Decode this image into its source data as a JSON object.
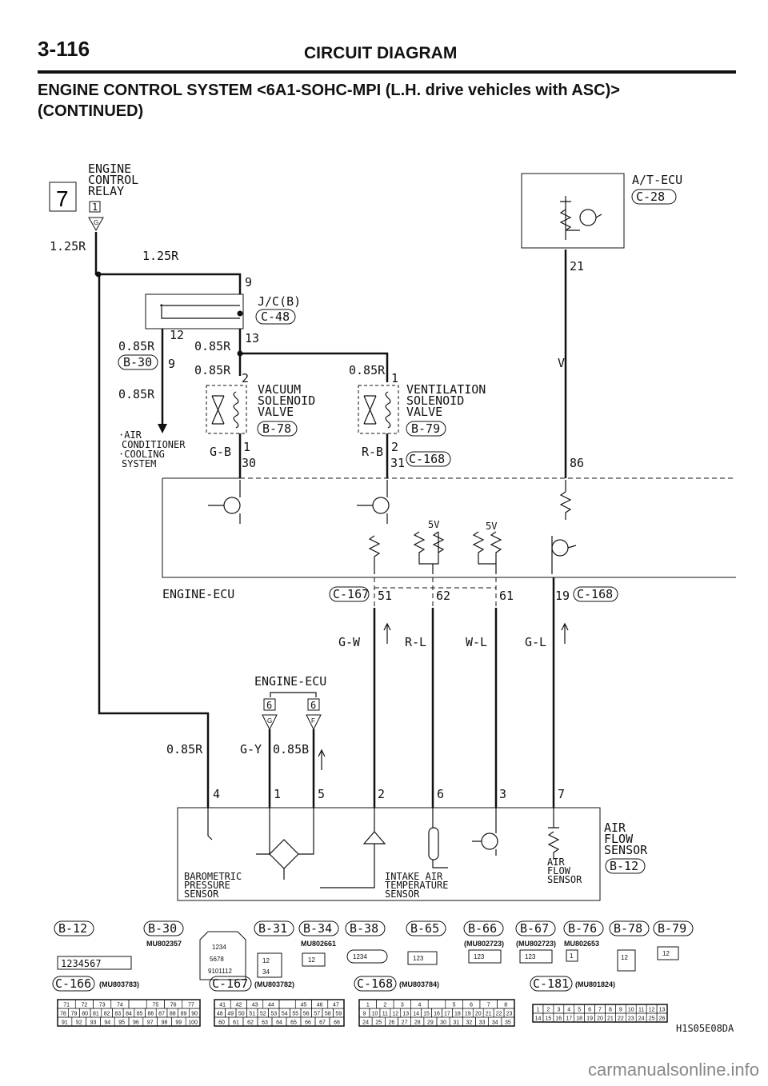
{
  "header": {
    "page_number": "3-116",
    "title": "CIRCUIT DIAGRAM",
    "subtitle_line1": "ENGINE CONTROL SYSTEM <6A1-SOHC-MPI (L.H. drive vehicles with ASC)>",
    "subtitle_line2": "(CONTINUED)"
  },
  "labels": {
    "relay_number": "7",
    "relay_name": [
      "ENGINE",
      "CONTROL",
      "RELAY"
    ],
    "relay_pin": "1",
    "relay_conn_letter": "G",
    "w_125r_a": "1.25R",
    "w_125r_b": "1.25R",
    "jc_pin_top": "9",
    "jc_name": "J/C(B)",
    "jc_conn": "C-48",
    "jc_pin12": "12",
    "jc_pin13": "13",
    "w_085r_a": "0.85R",
    "w_085r_b": "0.85R",
    "conn_b30": "B-30",
    "b30_pin": "9",
    "w_085r_c": "0.85R",
    "w_085r_d": "0.85R",
    "w_085r_e": "0.85R",
    "vac_pin2": "2",
    "vent_pin1": "1",
    "vacuum_name": [
      "VACUUM",
      "SOLENOID",
      "VALVE"
    ],
    "vacuum_conn": "B-78",
    "vent_name": [
      "VENTILATION",
      "SOLENOID",
      "VALVE"
    ],
    "vent_conn": "B-79",
    "aircon_note": [
      "·AIR",
      "CONDITIONER",
      "·COOLING",
      "SYSTEM"
    ],
    "vac_pin1": "1",
    "w_gb": "G-B",
    "pin30": "30",
    "vent_pin2": "2",
    "w_rb": "R-B",
    "pin31": "31",
    "conn_c168_a": "C-168",
    "atecu_name": "A/T-ECU",
    "atecu_conn": "C-28",
    "pin21": "21",
    "w_v": "V",
    "pin86": "86",
    "ecu_name": "ENGINE-ECU",
    "v5_a": "5V",
    "v5_b": "5V",
    "conn_c167": "C-167",
    "pin51": "51",
    "pin62": "62",
    "pin61": "61",
    "pin19": "19",
    "conn_c168_b": "C-168",
    "w_gw": "G-W",
    "w_rl": "R-L",
    "w_wl": "W-L",
    "w_gl": "G-L",
    "ecu_name2": "ENGINE-ECU",
    "ecu2_pin_a": "6",
    "ecu2_pin_b": "6",
    "ecu2_letter_g": "G",
    "ecu2_letter_f": "F",
    "w_085r_f": "0.85R",
    "w_gy": "G-Y",
    "w_085b": "0.85B",
    "sp4": "4",
    "sp1": "1",
    "sp5": "5",
    "sp2": "2",
    "sp6": "6",
    "sp3": "3",
    "sp7": "7",
    "afs_name": [
      "AIR",
      "FLOW",
      "SENSOR"
    ],
    "afs_conn": "B-12",
    "baro_name": [
      "BAROMETRIC",
      "PRESSURE",
      "SENSOR"
    ],
    "iat_name": [
      "INTAKE AIR",
      "TEMPERATURE",
      "SENSOR"
    ],
    "afs_inner": [
      "AIR",
      "FLOW",
      "SENSOR"
    ]
  },
  "connectors": {
    "row1": [
      "B-12",
      "B-30",
      "B-31",
      "B-34",
      "B-38",
      "B-65",
      "B-66",
      "B-67",
      "B-76",
      "B-78",
      "B-79"
    ],
    "b30_part": "MU802357",
    "b34_part": "MU802661",
    "b66_part": "(MU802723)",
    "b67_part": "(MU802723)",
    "b76_part": "MU802653",
    "b12_pins": "1234567",
    "b31_pins": "12",
    "b31_pins2": "34",
    "b34_pins": "12",
    "b38_pins": "1234",
    "b65_pins": "123",
    "b66_pins": "123",
    "b67_pins": "123",
    "b76_pins": "1",
    "b78_pins": "12",
    "b79_pins": "12",
    "b30_pins_r1": "1234",
    "b30_pins_r2": "5678",
    "b30_pins_r3": "9101112",
    "row2": [
      "C-166",
      "C-167",
      "C-168",
      "C-181"
    ],
    "c166_part": "(MU803783)",
    "c167_part": "(MU803782)",
    "c168_part": "(MU803784)",
    "c181_part": "(MU801824)",
    "c166_r1": [
      "71",
      "72",
      "73",
      "74",
      "",
      "75",
      "76",
      "77"
    ],
    "c166_r2": [
      "78",
      "79",
      "80",
      "81",
      "82",
      "83",
      "84",
      "85",
      "86",
      "87",
      "88",
      "89",
      "90"
    ],
    "c166_r3": [
      "91",
      "92",
      "93",
      "94",
      "95",
      "96",
      "97",
      "98",
      "99",
      "100"
    ],
    "c167_r1": [
      "41",
      "42",
      "43",
      "44",
      "",
      "45",
      "46",
      "47"
    ],
    "c167_r2": [
      "48",
      "49",
      "50",
      "51",
      "52",
      "53",
      "54",
      "55",
      "56",
      "57",
      "58",
      "59"
    ],
    "c167_r3": [
      "60",
      "61",
      "62",
      "63",
      "64",
      "65",
      "66",
      "67",
      "68"
    ],
    "c168_r1": [
      "1",
      "2",
      "3",
      "4",
      "",
      "5",
      "6",
      "7",
      "8"
    ],
    "c168_r2": [
      "9",
      "10",
      "11",
      "12",
      "13",
      "14",
      "15",
      "16",
      "17",
      "18",
      "19",
      "20",
      "21",
      "22",
      "23"
    ],
    "c168_r3": [
      "24",
      "25",
      "26",
      "27",
      "28",
      "29",
      "30",
      "31",
      "32",
      "33",
      "34",
      "35"
    ],
    "c181_r1": [
      "1",
      "2",
      "3",
      "4",
      "5",
      "6",
      "7",
      "8",
      "9",
      "10",
      "11",
      "12",
      "13"
    ],
    "c181_r2": [
      "14",
      "15",
      "16",
      "17",
      "18",
      "19",
      "20",
      "21",
      "22",
      "23",
      "24",
      "25",
      "26"
    ]
  },
  "footer": {
    "code": "H1S05E08DA",
    "watermark": "carmanualsonline.info"
  }
}
